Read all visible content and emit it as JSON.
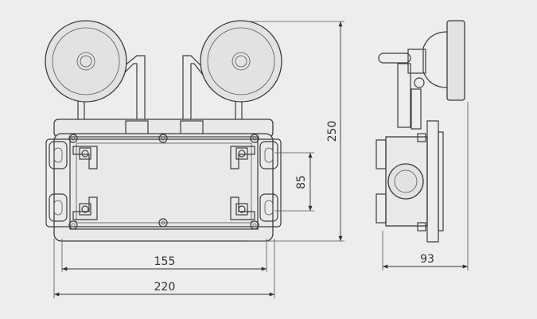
{
  "dimensions": {
    "width_155": "155",
    "width_220": "220",
    "height_250": "250",
    "spacing_85": "85",
    "depth_93": "93"
  },
  "colors": {
    "background": "#ededed",
    "line": "#3c3c3c"
  }
}
